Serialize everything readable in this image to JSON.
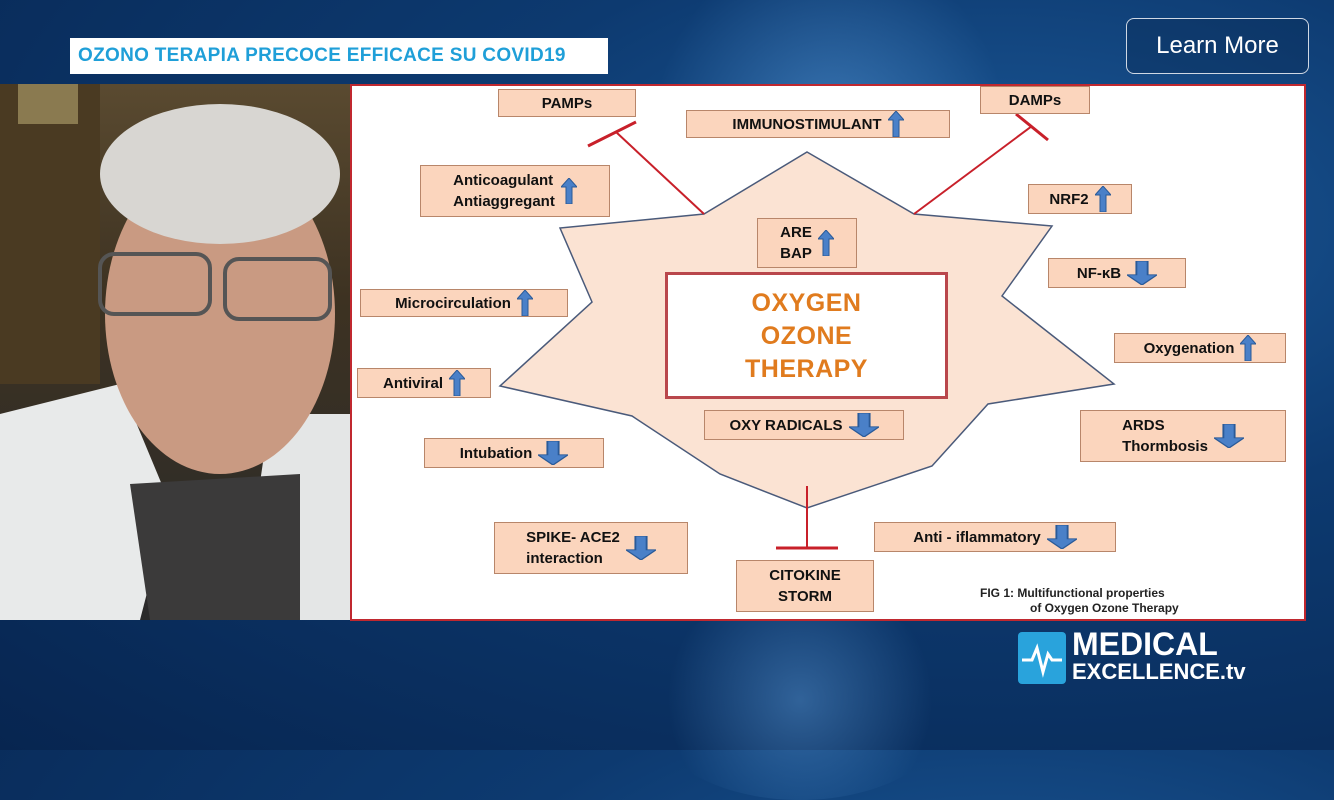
{
  "overlay": {
    "title": "OZONO TERAPIA PRECOCE EFFICACE SU COVID19",
    "learn_more": "Learn More"
  },
  "slide": {
    "center": [
      "OXYGEN",
      "OZONE",
      "THERAPY"
    ],
    "caption": [
      "FIG 1: Multifunctional properties",
      "of Oxygen Ozone Therapy"
    ],
    "boxes": [
      {
        "lines": [
          "PAMPs"
        ],
        "arrow": "none"
      },
      {
        "lines": [
          "IMMUNOSTIMULANT"
        ],
        "arrow": "up"
      },
      {
        "lines": [
          "DAMPs"
        ],
        "arrow": "none"
      },
      {
        "lines": [
          "Anticoagulant",
          "Antiaggregant"
        ],
        "arrow": "up"
      },
      {
        "lines": [
          "NRF2"
        ],
        "arrow": "up"
      },
      {
        "lines": [
          "ARE",
          "BAP"
        ],
        "arrow": "up"
      },
      {
        "lines": [
          "NF-κB"
        ],
        "arrow": "down"
      },
      {
        "lines": [
          "Microcirculation"
        ],
        "arrow": "up"
      },
      {
        "lines": [
          "Oxygenation"
        ],
        "arrow": "up"
      },
      {
        "lines": [
          "Antiviral"
        ],
        "arrow": "up"
      },
      {
        "lines": [
          "OXY RADICALS"
        ],
        "arrow": "down"
      },
      {
        "lines": [
          "ARDS",
          "Thormbosis"
        ],
        "arrow": "down"
      },
      {
        "lines": [
          "Intubation"
        ],
        "arrow": "down"
      },
      {
        "lines": [
          "SPIKE- ACE2",
          "interaction"
        ],
        "arrow": "down"
      },
      {
        "lines": [
          "Anti - iflammatory"
        ],
        "arrow": "down"
      },
      {
        "lines": [
          "CITOKINE",
          "STORM"
        ],
        "arrow": "none"
      }
    ]
  },
  "logo": {
    "line1": "MEDICAL",
    "line2": "EXCELLENCE.tv"
  },
  "colors": {
    "accent": "#1f9fd8",
    "box": "#fbd5bd",
    "arrow": "#4a80c8",
    "inhibit": "#c8202a",
    "center_text": "#e07b1e"
  }
}
